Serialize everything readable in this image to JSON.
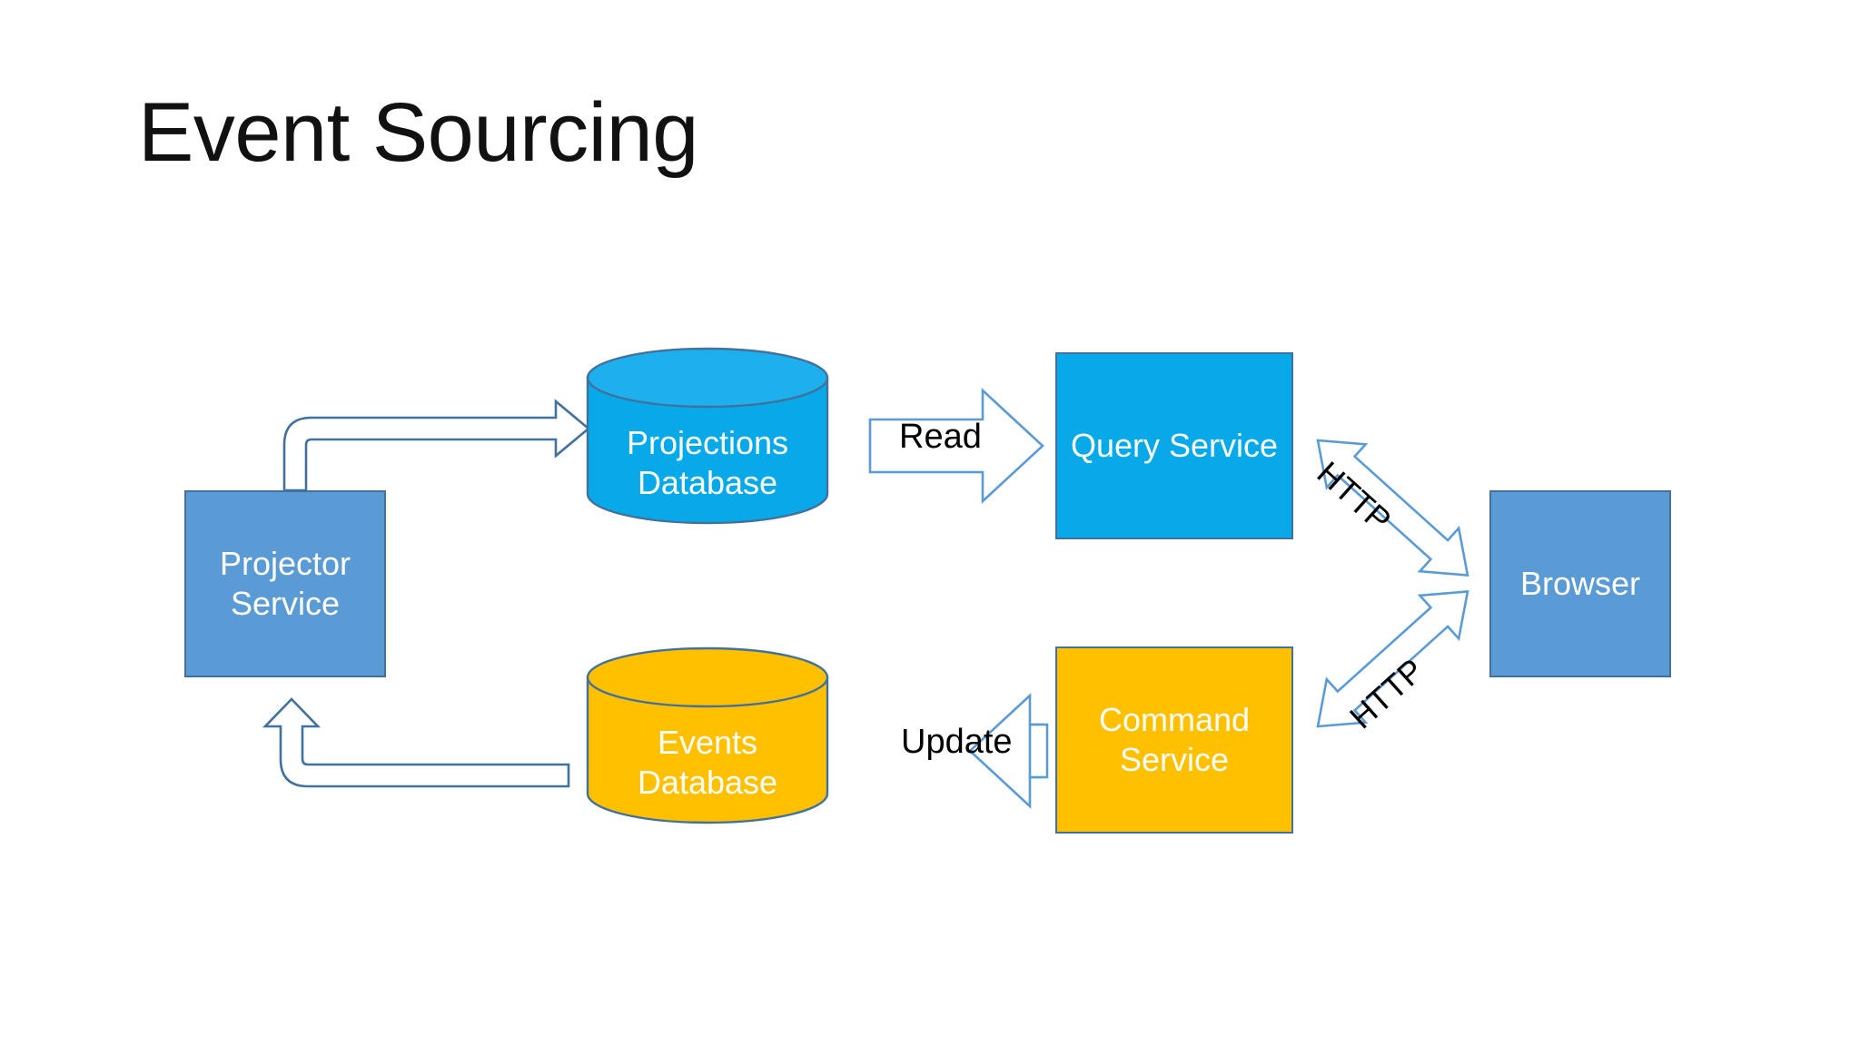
{
  "slide": {
    "title": "Event Sourcing",
    "background": "#FFFFFF"
  },
  "colors": {
    "steel_blue": "#5B9BD5",
    "cyan_blue": "#07A9E8",
    "amber": "#FFC000",
    "outline_blue": "#41719C",
    "arrow_outline": "#5B9BD5",
    "text_white": "#FFFFFF",
    "text_black": "#000000"
  },
  "diagram": {
    "type": "architecture-flow",
    "nodes": [
      {
        "id": "projector-service",
        "label": "Projector\nService",
        "shape": "rectangle",
        "fill": "#5B9BD5",
        "text_color": "#FFFFFF"
      },
      {
        "id": "projections-db",
        "label": "Projections\nDatabase",
        "shape": "cylinder",
        "fill": "#07A9E8",
        "text_color": "#FFFFFF"
      },
      {
        "id": "events-db",
        "label": "Events\nDatabase",
        "shape": "cylinder",
        "fill": "#FFC000",
        "text_color": "#FFFFFF"
      },
      {
        "id": "query-service",
        "label": "Query Service",
        "shape": "rectangle",
        "fill": "#07A9E8",
        "text_color": "#FFFFFF"
      },
      {
        "id": "command-service",
        "label": "Command\nService",
        "shape": "rectangle",
        "fill": "#FFC000",
        "text_color": "#FFFFFF"
      },
      {
        "id": "browser",
        "label": "Browser",
        "shape": "rectangle",
        "fill": "#5B9BD5",
        "text_color": "#FFFFFF"
      }
    ],
    "edges": [
      {
        "id": "projector-to-projections",
        "from": "projector-service",
        "to": "projections-db",
        "label": "",
        "style": "bent-block-arrow",
        "direction": "one-way"
      },
      {
        "id": "projections-to-query",
        "from": "projections-db",
        "to": "query-service",
        "label": "Read",
        "style": "block-arrow",
        "direction": "one-way"
      },
      {
        "id": "query-to-browser",
        "from": "query-service",
        "to": "browser",
        "label": "HTTP",
        "style": "double-block-arrow",
        "direction": "two-way"
      },
      {
        "id": "browser-to-command",
        "from": "browser",
        "to": "command-service",
        "label": "HTTP",
        "style": "double-block-arrow",
        "direction": "two-way"
      },
      {
        "id": "command-to-events",
        "from": "command-service",
        "to": "events-db",
        "label": "Update",
        "style": "block-arrow",
        "direction": "one-way"
      },
      {
        "id": "events-to-projector",
        "from": "events-db",
        "to": "projector-service",
        "label": "",
        "style": "bent-block-arrow",
        "direction": "one-way"
      }
    ]
  }
}
